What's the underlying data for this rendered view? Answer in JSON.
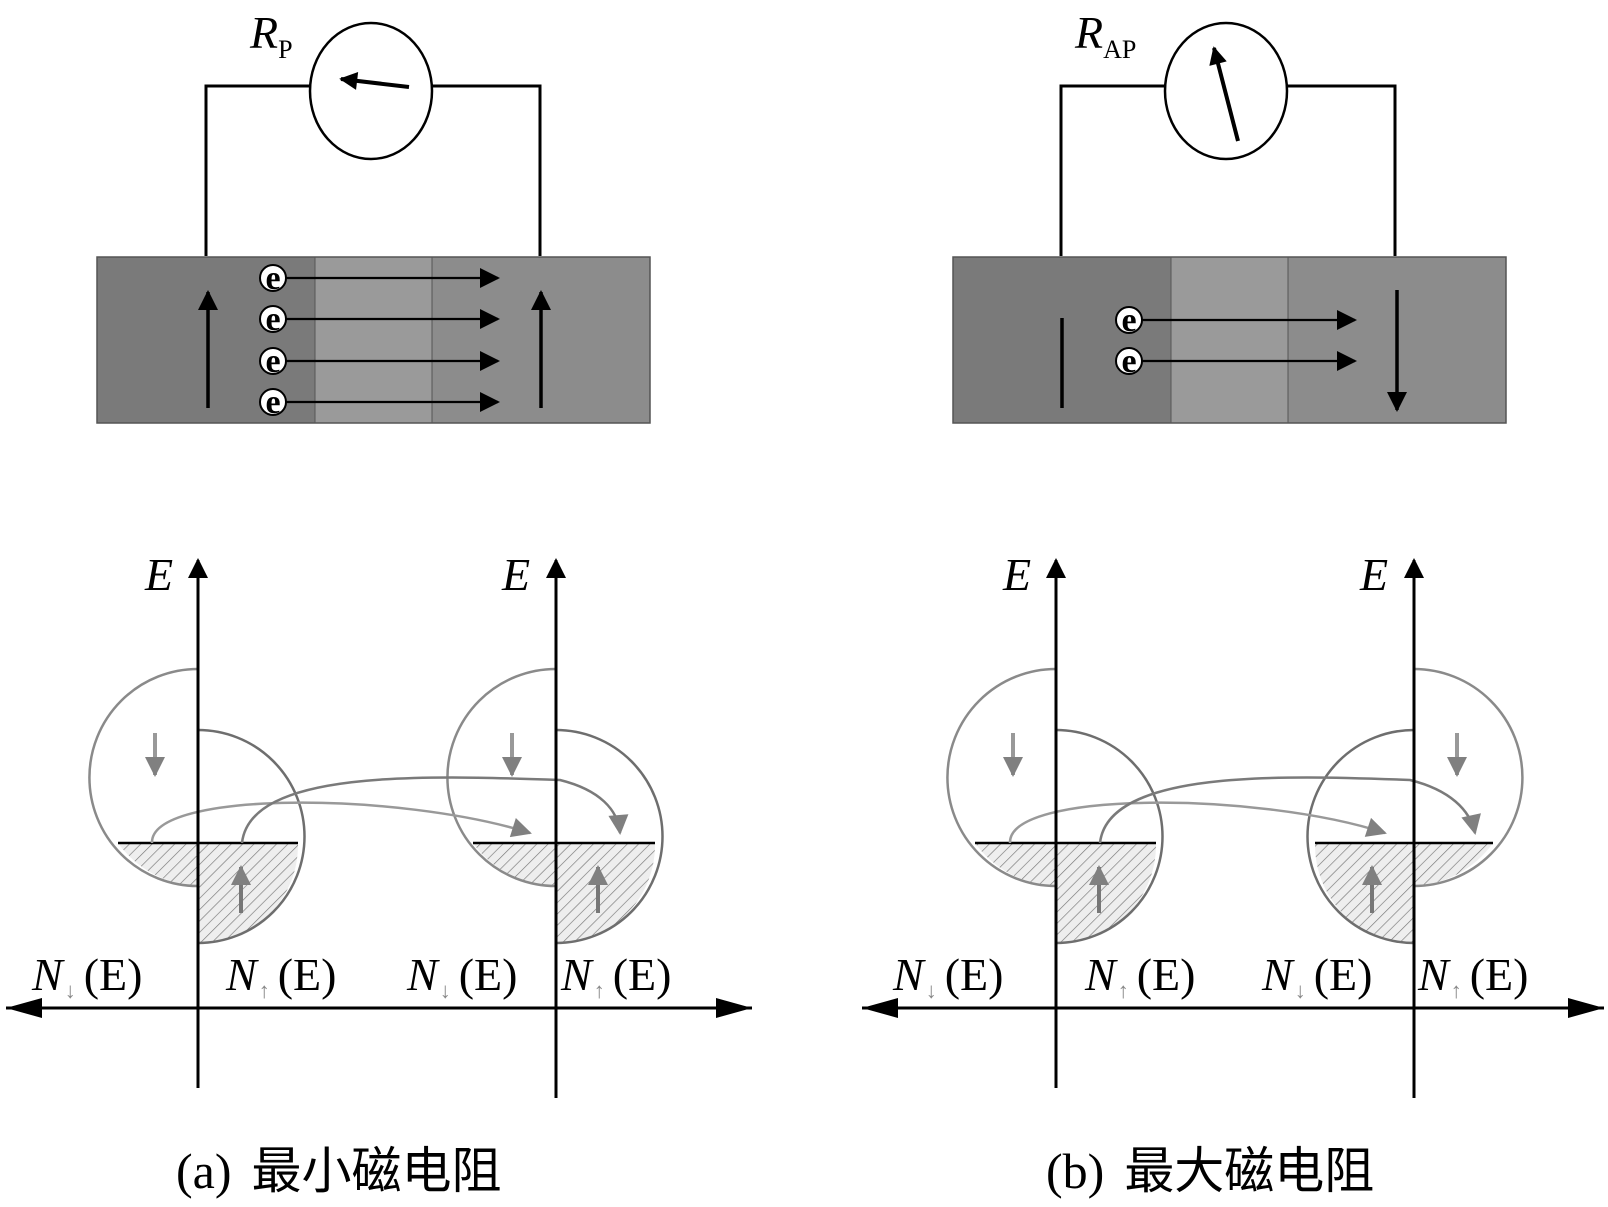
{
  "panel_a": {
    "meter_symbol": "R",
    "meter_subscript": "P",
    "electron_label": "e",
    "axis_label": "E",
    "dos_labels": [
      {
        "symbol": "N",
        "arrow": "↓",
        "arg": "(E)"
      },
      {
        "symbol": "N",
        "arrow": "↑",
        "arg": "(E)"
      },
      {
        "symbol": "N",
        "arrow": "↓",
        "arg": "(E)"
      },
      {
        "symbol": "N",
        "arrow": "↑",
        "arg": "(E)"
      }
    ],
    "caption_tag": "(a)",
    "caption_text": "最小磁电阻"
  },
  "panel_b": {
    "meter_symbol": "R",
    "meter_subscript": "AP",
    "electron_label": "e",
    "axis_label": "E",
    "dos_labels": [
      {
        "symbol": "N",
        "arrow": "↓",
        "arg": "(E)"
      },
      {
        "symbol": "N",
        "arrow": "↑",
        "arg": "(E)"
      },
      {
        "symbol": "N",
        "arrow": "↓",
        "arg": "(E)"
      },
      {
        "symbol": "N",
        "arrow": "↑",
        "arg": "(E)"
      }
    ],
    "caption_tag": "(b)",
    "caption_text": "最大磁电阻"
  },
  "colors": {
    "layer_dark": "#7a7a7a",
    "layer_mid": "#9a9a9a",
    "layer_light": "#8c8c8c",
    "band_outline": "#8a8a8a",
    "line": "#000000"
  }
}
